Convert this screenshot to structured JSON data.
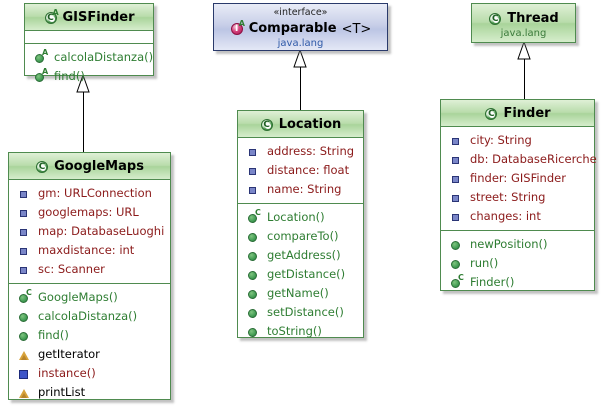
{
  "diagram": {
    "title": "UML class diagram",
    "background": "#ffffff",
    "class_border_color": "#4f8b4f",
    "interface_border_color": "#2a3a6b",
    "attribute_text_color": "#8b1a1a",
    "method_text_color": "#2e7d32",
    "package_text_color": "#3a7a3a"
  },
  "classes": {
    "gisfinder": {
      "name": "GISFinder",
      "icon": "class-abstract-icon",
      "icon_glyph": "C",
      "icon_sup": "A",
      "attributes": [],
      "methods": [
        {
          "label": "calcolaDistanza()",
          "icon": "method-abstract-icon",
          "sup": "A"
        },
        {
          "label": "find()",
          "icon": "method-abstract-icon",
          "sup": "A"
        }
      ]
    },
    "googlemaps": {
      "name": "GoogleMaps",
      "icon": "class-icon",
      "icon_glyph": "C",
      "attributes": [
        {
          "label": "gm: URLConnection",
          "icon": "private-field-icon"
        },
        {
          "label": "googlemaps: URL",
          "icon": "private-field-icon"
        },
        {
          "label": "map: DatabaseLuoghi",
          "icon": "private-field-icon"
        },
        {
          "label": "maxdistance: int",
          "icon": "private-field-icon"
        },
        {
          "label": "sc: Scanner",
          "icon": "private-field-icon"
        }
      ],
      "methods": [
        {
          "label": "GoogleMaps()",
          "icon": "constructor-icon",
          "sup": "C"
        },
        {
          "label": "calcolaDistanza()",
          "icon": "method-icon"
        },
        {
          "label": "find()",
          "icon": "method-icon"
        },
        {
          "label": "getIterator",
          "icon": "warning-triangle-icon"
        },
        {
          "label": "instance()",
          "icon": "blue-square-icon"
        },
        {
          "label": "printList",
          "icon": "warning-triangle-icon"
        }
      ]
    },
    "comparable": {
      "stereotype": "«interface»",
      "name": "Comparable",
      "generic": "<T>",
      "package": "java.lang",
      "icon": "interface-abstract-icon",
      "icon_glyph": "I",
      "icon_sup": "A"
    },
    "location": {
      "name": "Location",
      "icon": "class-icon",
      "icon_glyph": "C",
      "attributes": [
        {
          "label": "address: String",
          "icon": "private-field-icon"
        },
        {
          "label": "distance: float",
          "icon": "private-field-icon"
        },
        {
          "label": "name: String",
          "icon": "private-field-icon"
        }
      ],
      "methods": [
        {
          "label": "Location()",
          "icon": "constructor-icon",
          "sup": "C"
        },
        {
          "label": "compareTo()",
          "icon": "method-icon"
        },
        {
          "label": "getAddress()",
          "icon": "method-icon"
        },
        {
          "label": "getDistance()",
          "icon": "method-icon"
        },
        {
          "label": "getName()",
          "icon": "method-icon"
        },
        {
          "label": "setDistance()",
          "icon": "method-icon"
        },
        {
          "label": "toString()",
          "icon": "method-icon"
        }
      ]
    },
    "thread": {
      "name": "Thread",
      "package": "java.lang",
      "icon": "class-icon",
      "icon_glyph": "C"
    },
    "finder": {
      "name": "Finder",
      "icon": "class-icon",
      "icon_glyph": "C",
      "attributes": [
        {
          "label": "city: String",
          "icon": "private-field-icon"
        },
        {
          "label": "db: DatabaseRicerche",
          "icon": "private-field-icon"
        },
        {
          "label": "finder: GISFinder",
          "icon": "private-field-icon"
        },
        {
          "label": "street: String",
          "icon": "private-field-icon"
        },
        {
          "label": "changes: int",
          "icon": "private-field-icon"
        }
      ],
      "methods": [
        {
          "label": "newPosition()",
          "icon": "method-icon"
        },
        {
          "label": "run()",
          "icon": "method-icon"
        },
        {
          "label": "Finder()",
          "icon": "constructor-icon",
          "sup": "C"
        }
      ]
    }
  },
  "relations": [
    {
      "name": "googlemaps-extends-gisfinder",
      "type": "generalization",
      "from": "GoogleMaps",
      "to": "GISFinder"
    },
    {
      "name": "location-implements-comparable",
      "type": "generalization",
      "from": "Location",
      "to": "Comparable"
    },
    {
      "name": "finder-extends-thread",
      "type": "generalization",
      "from": "Finder",
      "to": "Thread"
    }
  ]
}
